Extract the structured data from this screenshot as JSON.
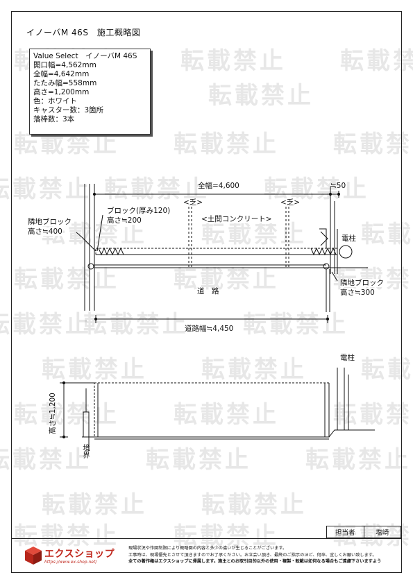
{
  "title": "イノーバM 46S　施工概略図",
  "spec": {
    "lines": [
      "Value Select　イノーバM 46S",
      "開口幅=4,562mm",
      "全幅=4,642mm",
      "たたみ幅=558mm",
      "高さ=1,200mm",
      "色：ホワイト",
      "キャスター数：3箇所",
      "落棒数：3本"
    ]
  },
  "plan": {
    "total_width": "全幅=4,600",
    "offset": "≒50",
    "zigzag_left": "<乏>",
    "zigzag_right": "<乏>",
    "block_label": "ブロック(厚み120)",
    "block_height": "高さ≒200",
    "concrete": "<土間コンクリート>",
    "left_block_name": "隣地ブロック",
    "left_block_height": "高さ≒400",
    "pole": "電柱",
    "road": "道　路",
    "right_block_name": "隣地ブロック",
    "right_block_height": "高さ≒300",
    "road_width": "道路幅≒4,450"
  },
  "elevation": {
    "pole": "電柱",
    "height": "高さ≒1,200",
    "boundary": "境界"
  },
  "stamp": {
    "label": "担当者",
    "name": "塩崎"
  },
  "logo": {
    "name": "エクスショップ",
    "url": "https://www.ex-shop.net/"
  },
  "notice": [
    "現場状況や作図制限により概略図の内容と多少の違いが生じることがございます。",
    "工事時は、現場優先とさせて頂きますのでお了承ください。お立会い頂き、最終のご指示のほど、何卒、宜しくお願い致します。",
    "全ての著作権はエクスショップに帰属します。施主とのお取引目的以外の使用・複製・転載は如何なる場合もご遠慮下さいますよう"
  ],
  "watermark": "転載禁止"
}
